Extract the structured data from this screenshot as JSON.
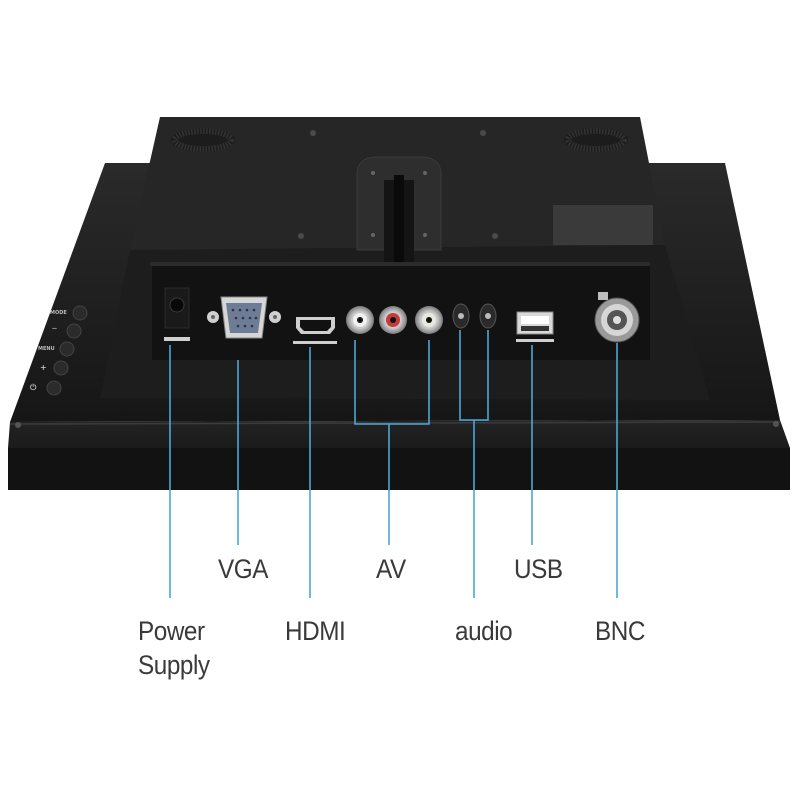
{
  "labels": {
    "power_supply_line1": "Power",
    "power_supply_line2": "Supply",
    "vga": "VGA",
    "hdmi": "HDMI",
    "av": "AV",
    "audio": "audio",
    "usb": "USB",
    "bnc": "BNC"
  },
  "side_buttons": {
    "mode": "MODE",
    "minus": "—",
    "menu": "MENU",
    "plus": "+",
    "power": "⏻"
  },
  "colors": {
    "leader_line": "#4da6d9",
    "body": "#1b1b1b",
    "label_text": "#3a3a3a"
  }
}
